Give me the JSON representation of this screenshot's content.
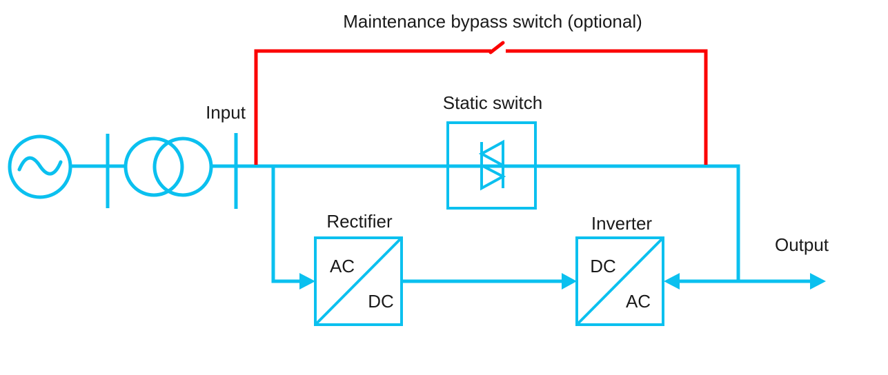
{
  "title": "Maintenance bypass switch (optional)",
  "labels": {
    "input": "Input",
    "static_switch": "Static switch",
    "rectifier": "Rectifier",
    "inverter": "Inverter",
    "output": "Output"
  },
  "converter_text": {
    "rectifier_input": "AC",
    "rectifier_output": "DC",
    "inverter_input": "DC",
    "inverter_output": "AC"
  },
  "symbols": {
    "source": "ac-source-icon",
    "transformer": "transformer-icon",
    "input_breakers": "breaker-bar-icon",
    "static_switch": "antiparallel-thyristor-icon",
    "bypass_switch": "open-switch-icon",
    "flow_arrows": "arrowhead-icon"
  },
  "colors": {
    "line": "#0bc0ef",
    "bypass": "#fb0000",
    "text": "#1a1a1a",
    "background": "#ffffff"
  }
}
